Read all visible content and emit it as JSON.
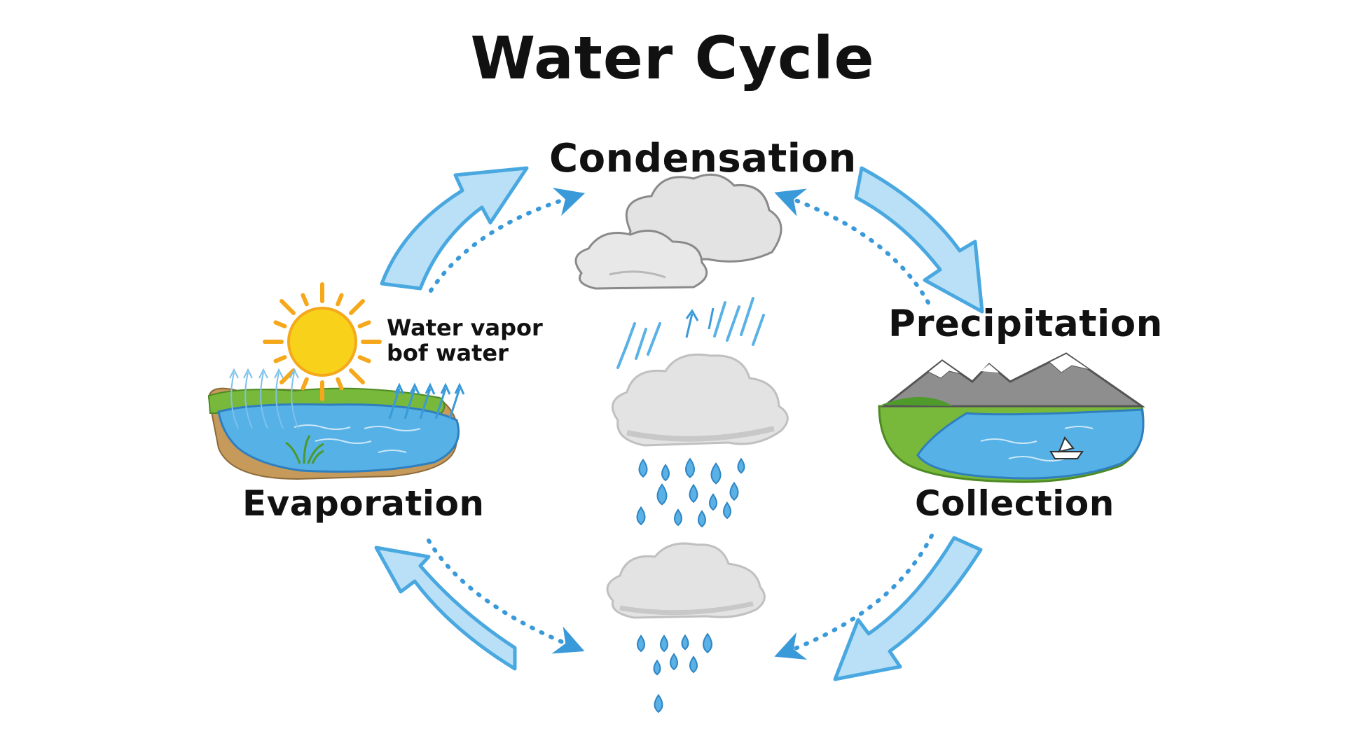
{
  "diagram": {
    "title": "Water Cycle",
    "stages": {
      "condensation": "Condensation",
      "precipitation": "Precipitation",
      "evaporation": "Evaporation",
      "collection": "Collection"
    },
    "vapor_label": {
      "line1": "Water vapor",
      "line2": "bof water"
    },
    "colors": {
      "arrow_fill": "#b9e0f7",
      "arrow_stroke": "#4aa8e0",
      "dotted_arrow": "#3a9ad9",
      "cloud_fill": "#e3e3e3",
      "cloud_shadow": "#c8c8c8",
      "cloud_stroke": "#8a8a8a",
      "raindrop": "#5ab1e6",
      "water": "#56b1e6",
      "grass": "#78b83a",
      "soil": "#c69a5a",
      "sun": "#f8d21a",
      "sun_rays": "#f5a81c",
      "mountain": "#8e8e8e",
      "snow": "#ffffff"
    }
  }
}
